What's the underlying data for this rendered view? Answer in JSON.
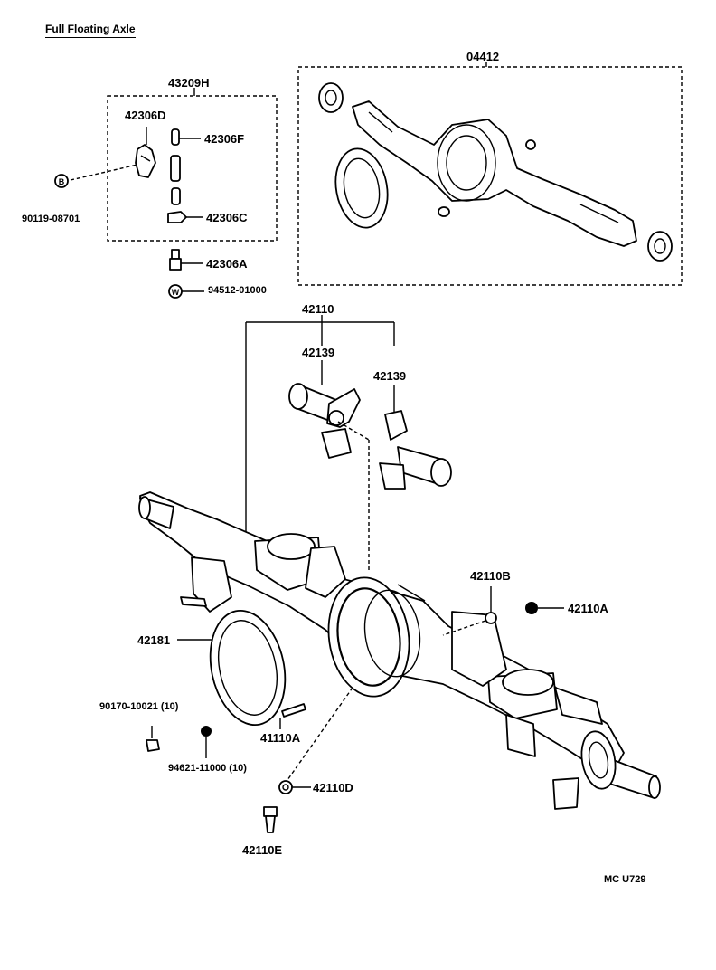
{
  "title": "Full Floating Axle",
  "labels": {
    "p43209H": "43209H",
    "p42306D": "42306D",
    "p42306F": "42306F",
    "p42306C": "42306C",
    "p42306A": "42306A",
    "p90119": "90119-08701",
    "p94512": "94512-01000",
    "p04412": "04412",
    "p42110": "42110",
    "p42139a": "42139",
    "p42139b": "42139",
    "p42110B": "42110B",
    "p42110A": "42110A",
    "p42181": "42181",
    "p90170": "90170-10021 (10)",
    "p94621": "94621-11000 (10)",
    "p41110A": "41110A",
    "p42110D": "42110D",
    "p42110E": "42110E"
  },
  "symbols": {
    "bolt_circle": "B",
    "washer_circle": "W"
  },
  "footer_code": "MC  U729"
}
